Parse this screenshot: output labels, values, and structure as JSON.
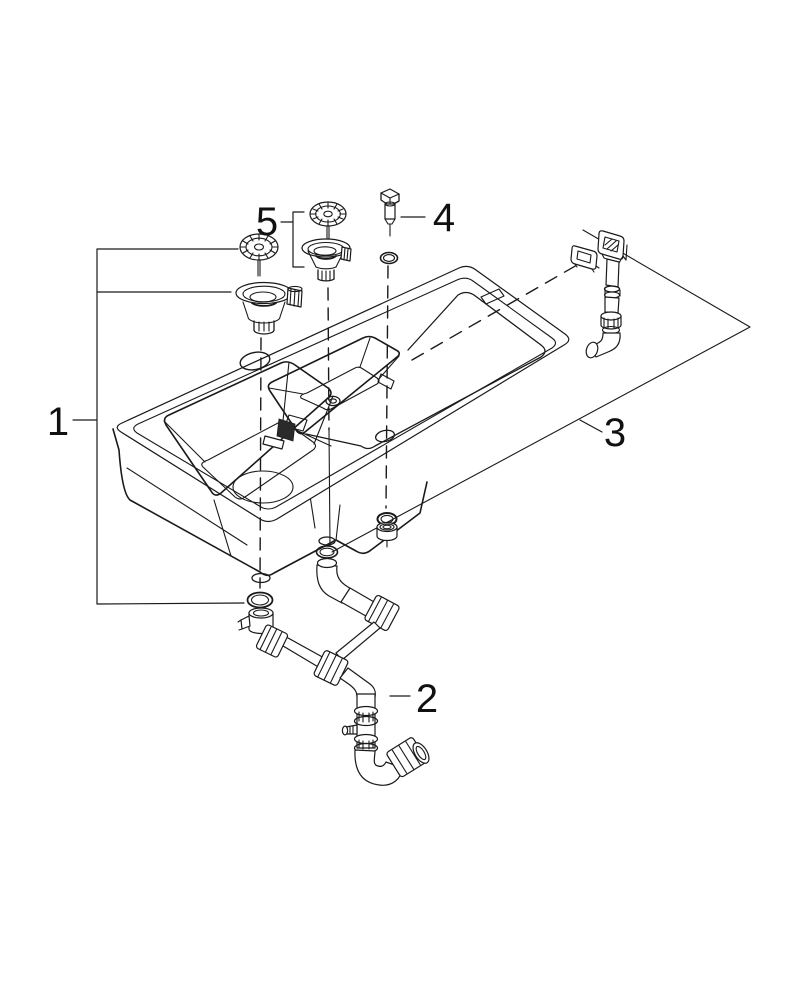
{
  "diagram": {
    "type": "exploded-parts-diagram",
    "background_color": "#ffffff",
    "line_color": "#1a1a1a",
    "callouts": [
      {
        "id": "1",
        "label": "1"
      },
      {
        "id": "2",
        "label": "2"
      },
      {
        "id": "3",
        "label": "3"
      },
      {
        "id": "4",
        "label": "4"
      },
      {
        "id": "5",
        "label": "5"
      }
    ]
  }
}
